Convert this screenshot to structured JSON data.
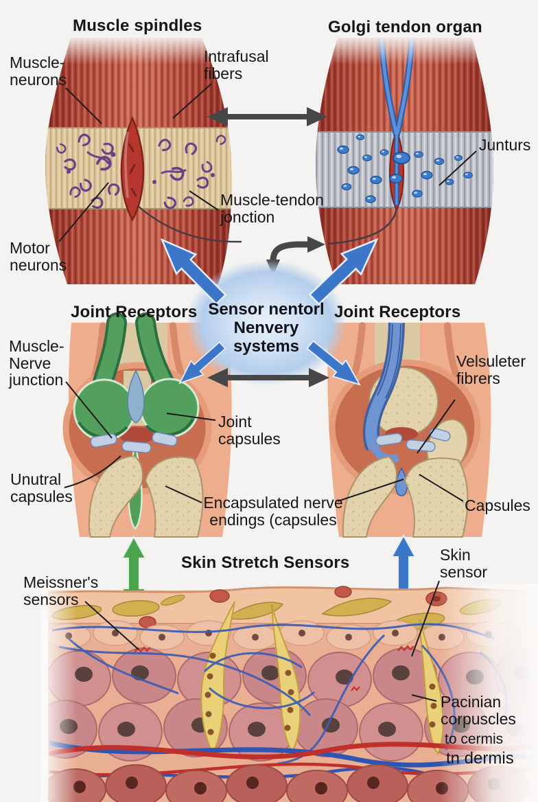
{
  "colors": {
    "background": "#f4f3f1",
    "text": "#161616",
    "arrow_blue": "#3b76c8",
    "arrow_green": "#4aa44e",
    "arrow_dark": "#474747",
    "bubble_core": "#e8f1fa",
    "bubble_edge": "#b3cdeb",
    "muscle_red": "#c8614f",
    "spindle_band_tan": "#dcc69e",
    "golgi_band_silver": "#c0c3cb",
    "joint_green": "#53a05e",
    "bone_tan": "#e2d3ad",
    "skin_peach": "#e9af92",
    "follicle_yellow": "#ead179"
  },
  "titles": {
    "muscle_spindles": "Muscle spindles",
    "golgi_tendon_organ": "Golgi tendon organ",
    "joint_receptors_left": "Joint Receptors",
    "joint_receptors_right": "Joint Receptors",
    "skin_stretch_sensors": "Skin Stretch Sensors"
  },
  "center_bubble": {
    "text": "Sensor nentorl\nNenvery\nsystems"
  },
  "labels": {
    "muscle_neurons": "Muscle-\nneurons",
    "intrafusal_fibers": "Intrafusal\nfibers",
    "motor_neurons": "Motor\nneurons",
    "muscle_tendon_jonction": "Muscle-tendon\njonction",
    "junturs": "Junturs",
    "muscle_nerve_junction": "Muscle-\nNerve\njunction",
    "joint_capsules": "Joint\ncapsules",
    "velsuleter_fibrers": "Velsuleter\nfibrers",
    "unutral_capsules": "Unutral\ncapsules",
    "encapsulated_nerve_endings": "Encapsulated nerve\nendings (capsules",
    "capsules": "Capsules",
    "meissners_sensors": "Meissner's\nsensors",
    "skin_sensor": "Skin\nsensor",
    "pacinian_corpuscles": "Pacinian\ncorpuscles",
    "to_cermis": "to cermis",
    "tn_dermis": "tn dermis"
  }
}
